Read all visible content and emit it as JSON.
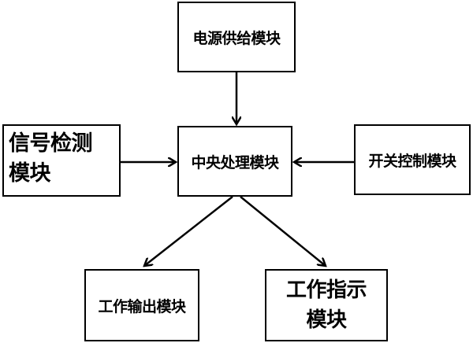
{
  "nodes": {
    "power": {
      "label": "电源供给模块"
    },
    "cpu": {
      "label": "中央处理模块"
    },
    "signal": {
      "line1": "信号检测",
      "line2": "模块"
    },
    "switch": {
      "label": "开关控制模块"
    },
    "output": {
      "label": "工作输出模块"
    },
    "indicator": {
      "line1": "工作指示",
      "line2": "模块"
    }
  },
  "edges": [
    {
      "from": "power",
      "to": "cpu"
    },
    {
      "from": "signal",
      "to": "cpu"
    },
    {
      "from": "switch",
      "to": "cpu"
    },
    {
      "from": "cpu",
      "to": "output"
    },
    {
      "from": "cpu",
      "to": "indicator"
    }
  ],
  "colors": {
    "stroke": "#000000",
    "background": "#ffffff"
  }
}
